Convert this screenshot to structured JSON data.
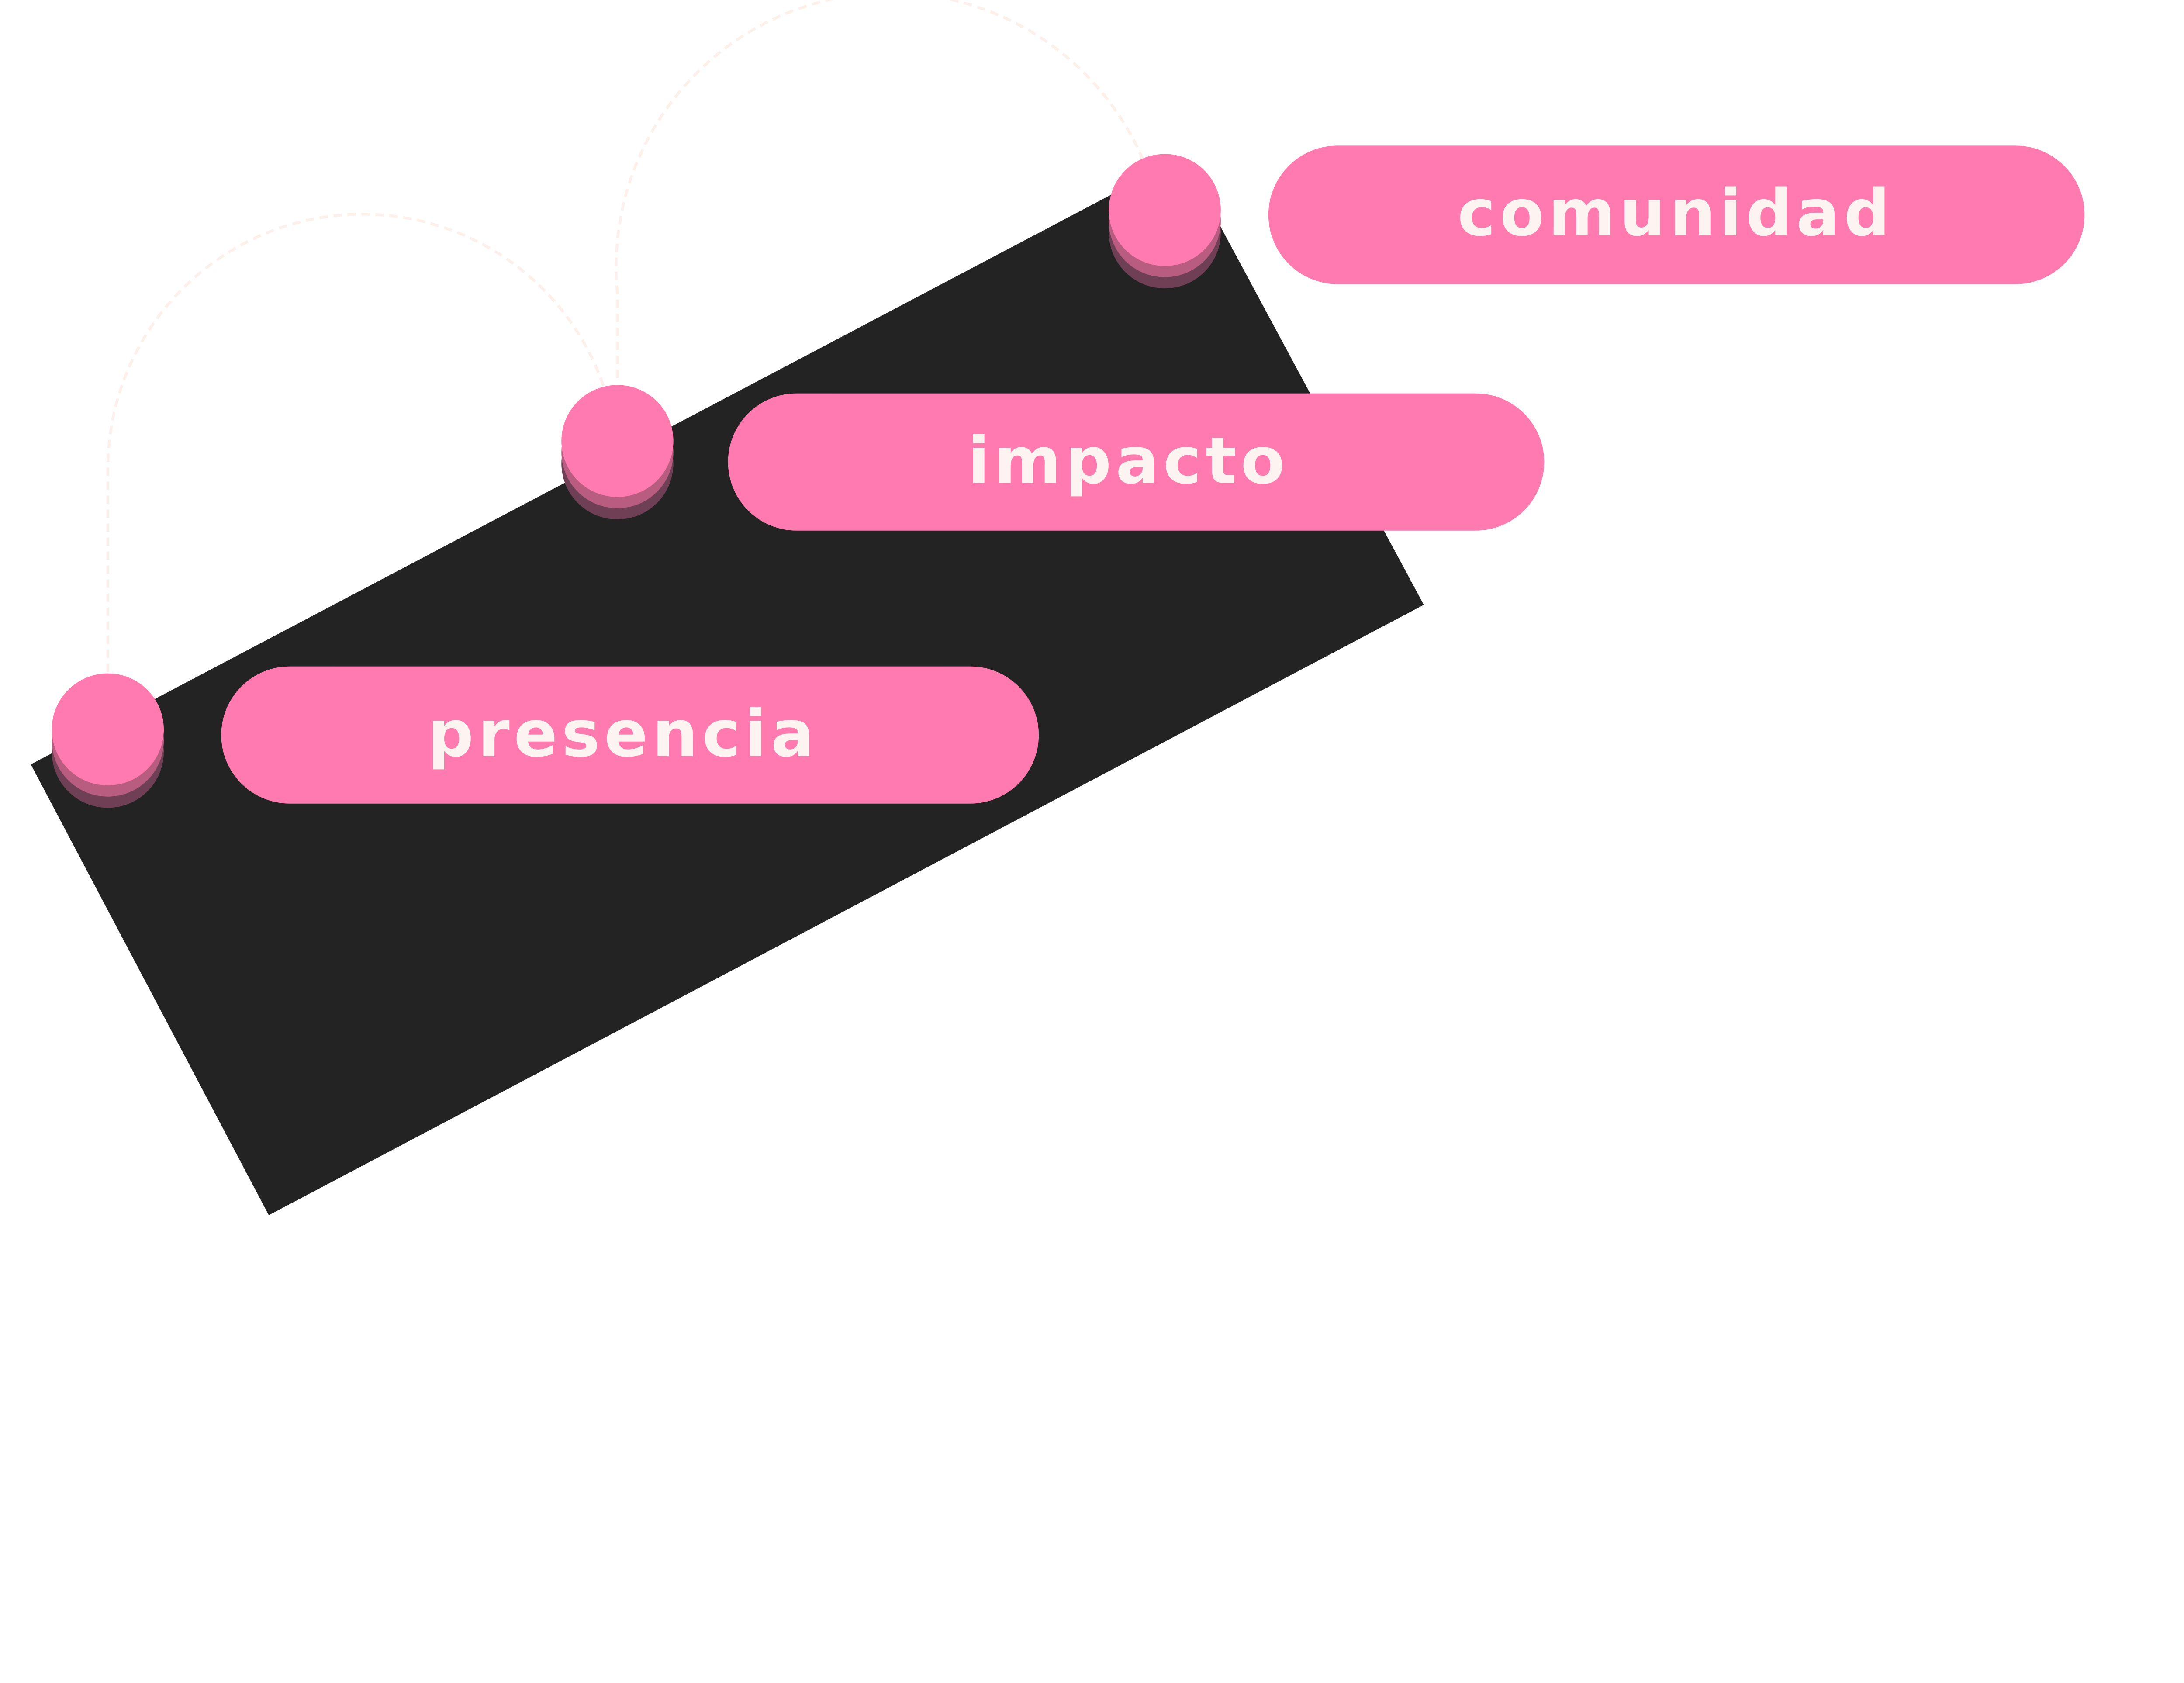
{
  "colors": {
    "pill": "#ff7aae",
    "shadow1": "#b85c80",
    "shadow2": "#6f4055",
    "card": "#232323",
    "text": "#fdf3f0",
    "dash": "#fdf0ea"
  },
  "steps": [
    {
      "label": "presencia"
    },
    {
      "label": "impacto"
    },
    {
      "label": "comunidad"
    }
  ]
}
